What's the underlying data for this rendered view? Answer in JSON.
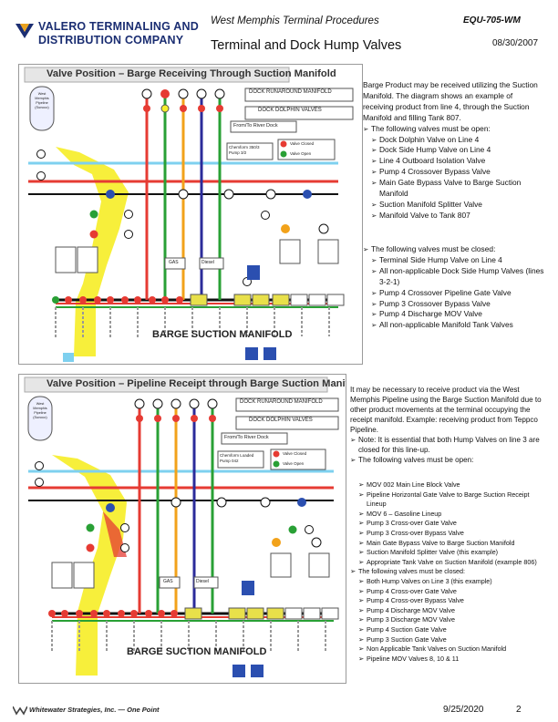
{
  "header": {
    "company_line1": "VALERO TERMINALING AND",
    "company_line2": "DISTRIBUTION COMPANY",
    "title": "West Memphis Terminal Procedures",
    "subtitle": "Terminal and Dock Hump Valves",
    "doc_number": "EQU-705-WM",
    "date": "08/30/2007"
  },
  "diagram1": {
    "title": "Valve Position – Barge Receiving Through Suction Manifold",
    "bottom_label": "BARGE SUCTION MANIFOLD",
    "labels": {
      "runaround": "DOCK RUNAROUND MANIFOLD",
      "dolphin": "DOCK DOLPHIN VALVES",
      "river_dock": "From/To River Dock",
      "pump": "Chemform 350/3 Pump 3/2",
      "legend_closed": "Valve Closed",
      "legend_open": "Valve Open",
      "gas": "GAS",
      "diesel": "Diesel",
      "pipeline": "West Memphis Pipeline (Sunoco)"
    }
  },
  "diagram2": {
    "title": "Valve Position – Pipeline Receipt through Barge Suction Manifold",
    "bottom_label": "BARGE SUCTION MANIFOLD",
    "labels": {
      "runaround": "DOCK RUNAROUND MANIFOLD",
      "dolphin": "DOCK DOLPHIN VALVES",
      "river_dock": "From/To River Dock",
      "pump": "Chemform Loaded Pump 042",
      "legend_closed": "Valve Closed",
      "legend_open": "Valve Open",
      "gas": "GAS",
      "diesel": "Diesel",
      "pipeline": "West Memphis Pipeline (Sunoco)"
    }
  },
  "block1": {
    "intro": "Barge Product may be received utilizing the Suction Manifold. The diagram shows an example of receiving product from line 4, through the Suction Manifold and filling Tank 807.",
    "lead": "The following valves must be open:",
    "items": [
      "Dock Dolphin Valve on Line 4",
      "Dock Side Hump Valve on Line 4",
      "Line 4 Outboard Isolation Valve",
      "Pump 4 Crossover Bypass Valve",
      "Main Gate Bypass Valve to Barge Suction Manifold",
      "Suction Manifold Splitter Valve",
      "Manifold Valve to Tank 807"
    ]
  },
  "block2": {
    "lead": "The following valves must be closed:",
    "items": [
      "Terminal Side Hump Valve on Line 4",
      "All non-applicable Dock Side Hump Valves (lines 3-2-1)",
      "Pump 4 Crossover Pipeline Gate Valve",
      "Pump 3 Crossover Bypass Valve",
      "Pump 4 Discharge MOV Valve",
      "All non-applicable Manifold Tank Valves"
    ]
  },
  "block3": {
    "intro": "It may be necessary to receive product via the West Memphis Pipeline using the Barge Suction Manifold due to other product movements at the terminal occupying the receipt manifold. Example: receiving product from Teppco Pipeline.",
    "note": "Note: It is essential that both Hump Valves on line 3 are closed for this line-up.",
    "lead": "The following valves must be open:"
  },
  "block4": {
    "open_items": [
      "MOV 002 Main Line Block Valve",
      "Pipeline Horizontal Gate Valve to Barge Suction Receipt Lineup",
      "MOV 6 – Gasoline Lineup",
      "Pump 3 Cross-over Gate Valve",
      "Pump 3 Cross-over Bypass Valve",
      "Main Gate Bypass Valve to Barge Suction Manifold",
      "Suction Manifold Splitter Valve (this example)",
      "Appropriate Tank Valve on Suction Manifold (example 806)"
    ],
    "closed_lead": "The following valves must be closed:",
    "closed_items": [
      "Both Hump Valves on Line 3 (this example)",
      "Pump 4 Cross-over Gate Valve",
      "Pump 4 Cross-over Bypass Valve",
      "Pump 4 Discharge MOV Valve",
      "Pump 3 Discharge MOV Valve",
      "Pump 4 Suction Gate Valve",
      "Pump 3 Suction Gate Valve",
      "Non Applicable Tank Valves on Suction Manifold",
      "Pipeline MOV Valves 8, 10 & 11"
    ]
  },
  "footer": {
    "company": "Whitewater Strategies, Inc. — One Point",
    "date": "9/25/2020",
    "page": "2"
  }
}
